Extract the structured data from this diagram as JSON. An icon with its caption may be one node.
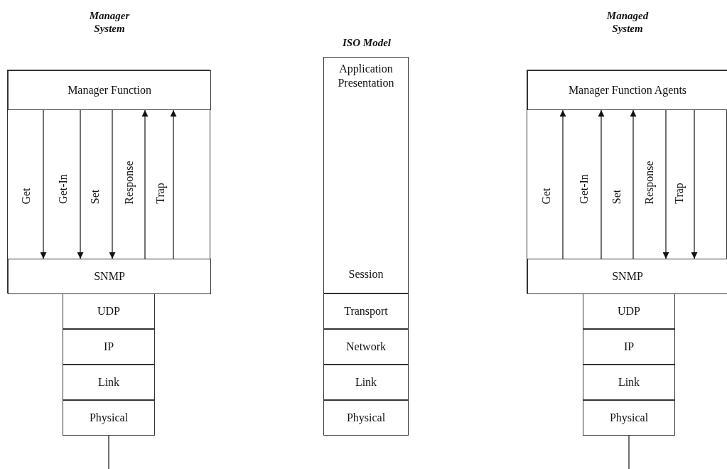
{
  "diagram": {
    "nodes": [
      {
        "text": [
          "Manager System"
        ]
      },
      {
        "text": [
          "Manager Function"
        ],
        "in": 0
      },
      {
        "text": [
          "SNMP"
        ],
        "in": 0
      },
      {
        "text": [
          "UDP"
        ]
      },
      {
        "text": [
          "IP"
        ]
      },
      {
        "text": [
          "Link"
        ]
      },
      {
        "text": [
          "Physical"
        ]
      },
      {
        "text": [
          "ISO Model",
          "Application Presentation",
          "Session"
        ]
      },
      {
        "text": [
          "Transport"
        ]
      },
      {
        "text": [
          "Network"
        ]
      },
      {
        "text": [
          "Link"
        ]
      },
      {
        "text": [
          "Physical"
        ]
      },
      {
        "text": [
          "Managed System"
        ]
      },
      {
        "text": [
          "Manager Function Agents"
        ],
        "in": 12
      },
      {
        "text": [
          "SNMP"
        ],
        "in": 12
      },
      {
        "text": [
          "UDP"
        ]
      },
      {
        "text": [
          "IP"
        ]
      },
      {
        "text": [
          "Link"
        ]
      },
      {
        "text": [
          "Physical"
        ]
      }
    ],
    "edges": [
      {
        "from": 1,
        "to": 2,
        "arrow": "to",
        "label": "Get"
      },
      {
        "from": 1,
        "to": 2,
        "arrow": "to",
        "label": "Get-In"
      },
      {
        "from": 1,
        "to": 2,
        "arrow": "to",
        "label": "Set"
      },
      {
        "from": 2,
        "to": 1,
        "arrow": "to",
        "label": "Response"
      },
      {
        "from": 2,
        "to": 1,
        "arrow": "to",
        "label": "Trap"
      },
      {
        "from": 6,
        "to": null,
        "arrow": "none"
      },
      {
        "from": 14,
        "to": 13,
        "arrow": "to",
        "label": "Get"
      },
      {
        "from": 14,
        "to": 13,
        "arrow": "to",
        "label": "Get-In"
      },
      {
        "from": 14,
        "to": 13,
        "arrow": "to",
        "label": "Set"
      },
      {
        "from": 13,
        "to": 14,
        "arrow": "to",
        "label": "Response"
      },
      {
        "from": 13,
        "to": 14,
        "arrow": "to",
        "label": "Trap"
      },
      {
        "from": 18,
        "to": null,
        "arrow": "none"
      }
    ]
  }
}
